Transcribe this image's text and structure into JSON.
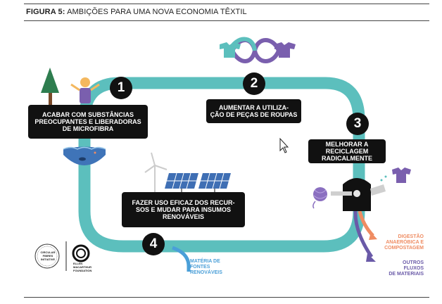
{
  "title": {
    "prefix": "FIGURA 5:",
    "text": "AMBIÇÕES PARA UMA NOVA ECONOMIA TÊXTIL"
  },
  "steps": [
    {
      "number": "1",
      "label_line1": "ACABAR COM SUBSTÂNCIAS",
      "label_line2": "PREOCUPANTES E LIBERADORAS",
      "label_line3": "DE MICROFIBRA"
    },
    {
      "number": "2",
      "label_line1": "AUMENTAR A UTILIZA-",
      "label_line2": "ÇÃO DE PEÇAS DE ROUPAS"
    },
    {
      "number": "3",
      "label_line1": "MELHORAR A RECICLAGEM",
      "label_line2": "RADICALMENTE"
    },
    {
      "number": "4",
      "label_line1": "FAZER USO EFICAZ DOS RECUR-",
      "label_line2": "SOS  E MUDAR PARA INSUMOS",
      "label_line3": "RENOVÁVEIS"
    }
  ],
  "outputs": {
    "renewable": {
      "line1": "MATÉRIA DE",
      "line2": "FONTES",
      "line3": "RENOVÁVEIS",
      "color": "#4a9fd8"
    },
    "anaerobic": {
      "line1": "DIGESTÃO",
      "line2": "ANAERÓBICA E",
      "line3": "COMPOSTAGEM",
      "color": "#ef8c62"
    },
    "other": {
      "line1": "OUTROS",
      "line2": "FLUXOS",
      "line3": "DE MATERIAIS",
      "color": "#6a5aa8"
    }
  },
  "logos": {
    "left": {
      "line1": "CIRCULAR",
      "line2": "FIBRES",
      "line3": "INITIATIVE"
    },
    "right": {
      "line1": "ELLEN",
      "line2": "MACARTHUR",
      "line3": "FOUNDATION"
    }
  },
  "colors": {
    "loop": "#5cbfbd",
    "label_bg": "#111111",
    "shirt_teal": "#5cbfbd",
    "shirt_purple": "#7a5fae",
    "water": "#3f74b8",
    "solar": "#3f6fb4"
  },
  "icons": [
    "tree-icon",
    "person-icon",
    "water-fish-icon",
    "infinity-shirts-icon",
    "wind-turbine-icon",
    "solar-panel-icon",
    "recycling-machine-icon",
    "yarn-ball-icon",
    "shirt-icon",
    "mouse-cursor-icon"
  ]
}
